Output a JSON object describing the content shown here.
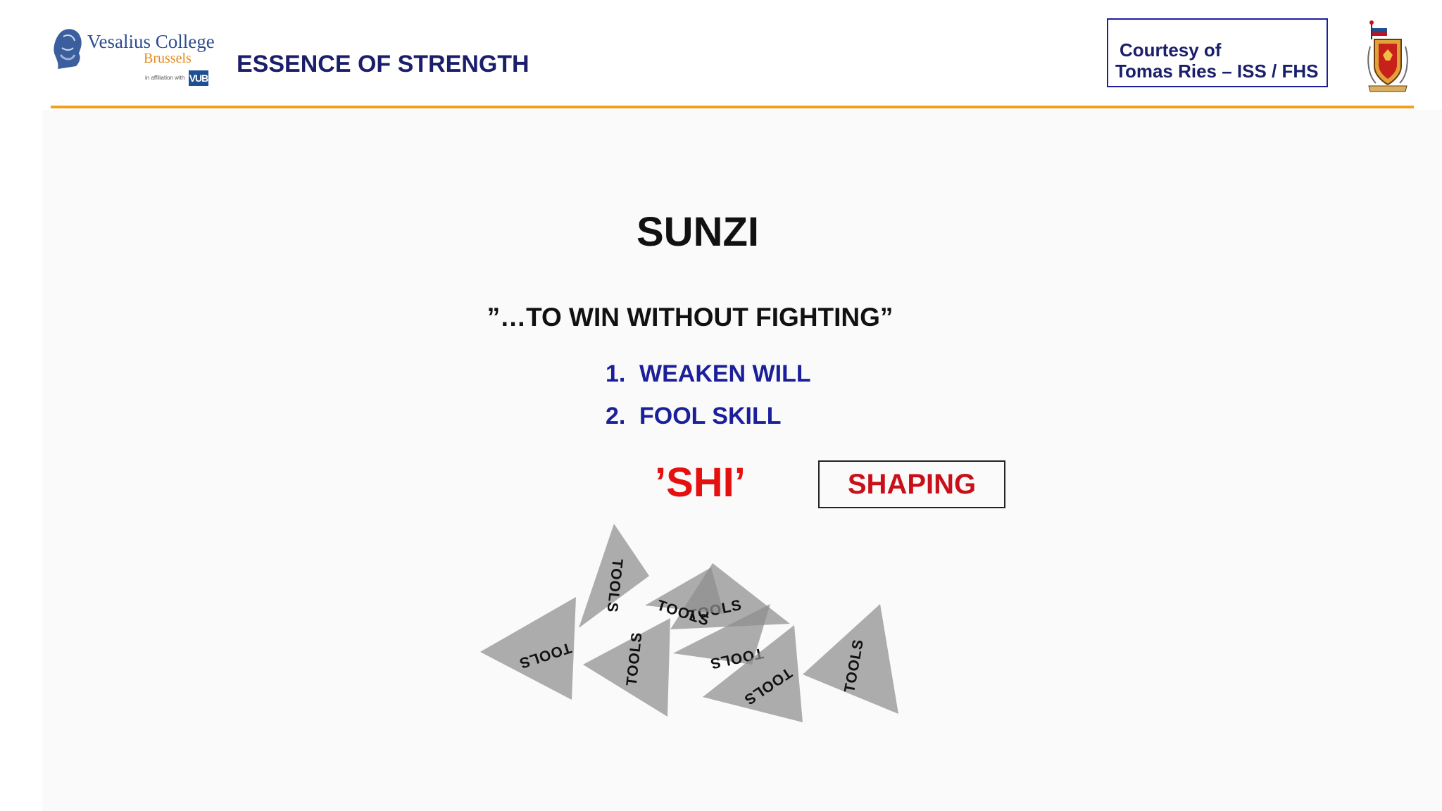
{
  "header": {
    "logo_name": "Vesalius College",
    "logo_city": "Brussels",
    "logo_affiliation": "in affiliation with",
    "logo_vub": "VUB",
    "title": "ESSENCE OF STRENGTH",
    "courtesy_line1": "Courtesy of",
    "courtesy_line2": "Tomas Ries – ISS / FHS"
  },
  "slide": {
    "title": "SUNZI",
    "quote": "”…TO WIN WITHOUT FIGHTING”",
    "list": [
      {
        "number": "1.",
        "label": "WEAKEN WILL"
      },
      {
        "number": "2.",
        "label": "FOOL SKILL"
      }
    ],
    "shi": "’SHI’",
    "shaping": "SHAPING",
    "triangle_label": "TOOLS"
  },
  "colors": {
    "header_text": "#1b1f6b",
    "list_text": "#1b1f9a",
    "shi_red": "#e51010",
    "shaping_red": "#c8101a",
    "rule_orange": "#f1a020",
    "triangle_gray": "#8e8e8e"
  }
}
